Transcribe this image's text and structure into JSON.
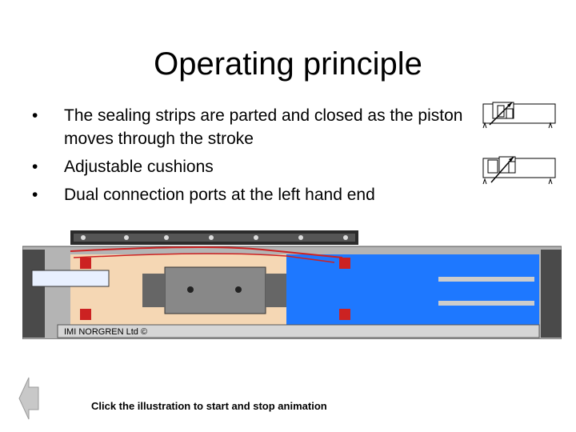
{
  "slide": {
    "title": "Operating principle",
    "bullets": [
      "The sealing strips are parted and closed as the piston moves through the stroke",
      "Adjustable cushions",
      "Dual connection ports at the left hand end"
    ],
    "illustration_brand": "IMI NORGREN Ltd ©",
    "caption": "Click the illustration to start and stop animation"
  },
  "colors": {
    "air_blue": "#1e78ff",
    "body_grey": "#b4b4b4",
    "piston_tan": "#f5d7b4",
    "seal_red": "#cc2222"
  },
  "icons": {
    "back": "back-arrow-icon",
    "valve": "valve-symbol-icon"
  }
}
